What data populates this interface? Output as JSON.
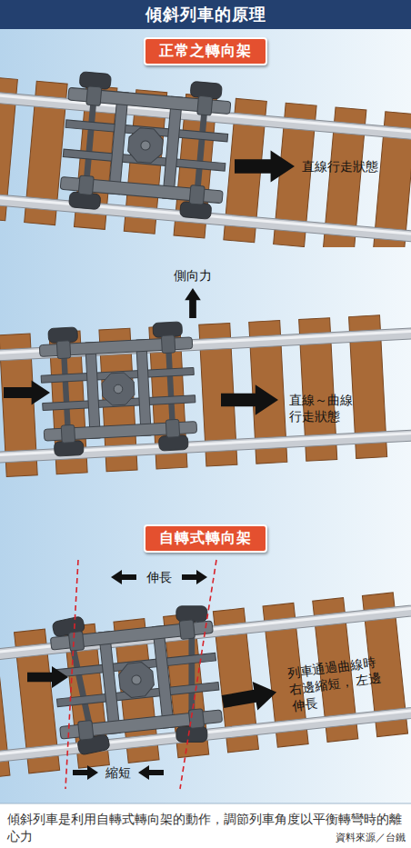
{
  "diagram": {
    "title": "傾斜列車的原理",
    "caption": "傾斜列車是利用自轉式轉向架的動作，調節列車角度以平衡轉彎時的離心力",
    "nodes": [
      {
        "text": [
          "正常之轉向架"
        ]
      },
      {
        "text": [
          "自轉式轉向架"
        ]
      }
    ],
    "labels": [
      "直線行走狀態",
      "側向力",
      "直線～曲線 行走狀態",
      "伸長",
      "縮短",
      "列車通過曲線時 右邊縮短， 左邊伸長",
      "資料來源／台鐵"
    ]
  }
}
